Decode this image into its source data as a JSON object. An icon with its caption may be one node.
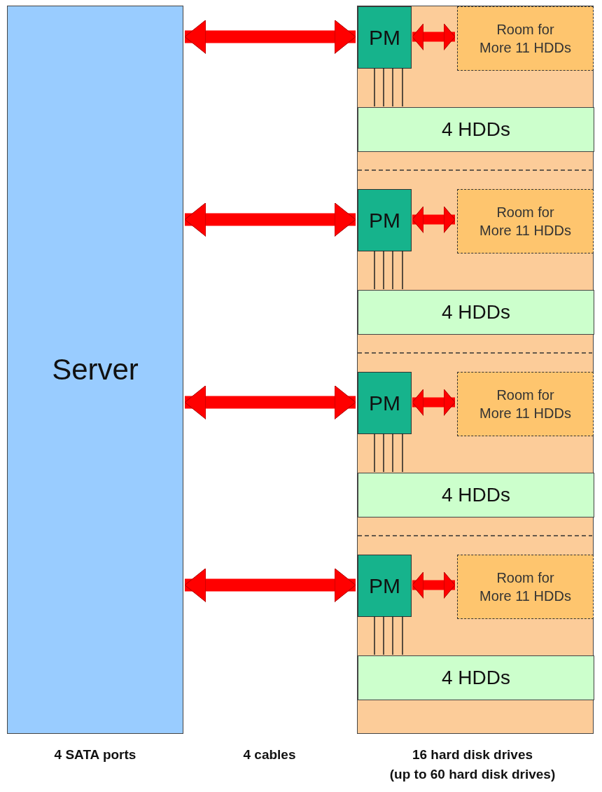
{
  "diagram": {
    "nodes": [
      {
        "text": [
          "Server"
        ]
      },
      {
        "text": [],
        "shape": "box"
      },
      {
        "text": [
          "PM"
        ],
        "in": 1
      },
      {
        "text": [
          "Room for More 11 HDDs"
        ],
        "in": 1
      },
      {
        "text": [
          "4 HDDs"
        ],
        "in": 1
      },
      {
        "text": [
          "PM"
        ],
        "in": 1
      },
      {
        "text": [
          "Room for More 11 HDDs"
        ],
        "in": 1
      },
      {
        "text": [
          "4 HDDs"
        ],
        "in": 1
      },
      {
        "text": [
          "PM"
        ],
        "in": 1
      },
      {
        "text": [
          "Room for More 11 HDDs"
        ],
        "in": 1
      },
      {
        "text": [
          "4 HDDs"
        ],
        "in": 1
      },
      {
        "text": [
          "PM"
        ],
        "in": 1
      },
      {
        "text": [
          "Room for More 11 HDDs"
        ],
        "in": 1
      },
      {
        "text": [
          "4 HDDs"
        ],
        "in": 1
      }
    ],
    "edges": [
      {
        "from": 0,
        "to": 2,
        "arrow": "both",
        "style": "thick",
        "color": "#ff0000"
      },
      {
        "from": 0,
        "to": 5,
        "arrow": "both",
        "style": "thick",
        "color": "#ff0000"
      },
      {
        "from": 0,
        "to": 8,
        "arrow": "both",
        "style": "thick",
        "color": "#ff0000"
      },
      {
        "from": 0,
        "to": 11,
        "arrow": "both",
        "style": "thick",
        "color": "#ff0000"
      },
      {
        "from": 2,
        "to": 3,
        "arrow": "both",
        "style": "thick",
        "color": "#ff0000"
      },
      {
        "from": 5,
        "to": 6,
        "arrow": "both",
        "style": "thick",
        "color": "#ff0000"
      },
      {
        "from": 8,
        "to": 9,
        "arrow": "both",
        "style": "thick",
        "color": "#ff0000"
      },
      {
        "from": 11,
        "to": 12,
        "arrow": "both",
        "style": "thick",
        "color": "#ff0000"
      },
      {
        "from": 2,
        "to": 4,
        "arrow": "none"
      },
      {
        "from": 2,
        "to": 4,
        "arrow": "none"
      },
      {
        "from": 2,
        "to": 4,
        "arrow": "none"
      },
      {
        "from": 2,
        "to": 4,
        "arrow": "none"
      },
      {
        "from": 5,
        "to": 7,
        "arrow": "none"
      },
      {
        "from": 5,
        "to": 7,
        "arrow": "none"
      },
      {
        "from": 5,
        "to": 7,
        "arrow": "none"
      },
      {
        "from": 5,
        "to": 7,
        "arrow": "none"
      },
      {
        "from": 8,
        "to": 10,
        "arrow": "none"
      },
      {
        "from": 8,
        "to": 10,
        "arrow": "none"
      },
      {
        "from": 8,
        "to": 10,
        "arrow": "none"
      },
      {
        "from": 8,
        "to": 10,
        "arrow": "none"
      },
      {
        "from": 11,
        "to": 13,
        "arrow": "none"
      },
      {
        "from": 11,
        "to": 13,
        "arrow": "none"
      },
      {
        "from": 11,
        "to": 13,
        "arrow": "none"
      },
      {
        "from": 11,
        "to": 13,
        "arrow": "none"
      }
    ],
    "labels": [
      "4 SATA ports",
      "4 cables",
      "16 hard disk drives",
      "(up to 60 hard disk drives)"
    ]
  }
}
